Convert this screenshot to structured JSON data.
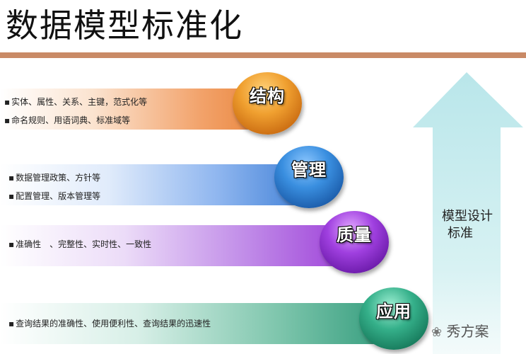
{
  "title": "数据模型标准化",
  "sections": [
    {
      "label": "结构",
      "bullets": [
        "实体、属性、关系、主键，范式化等",
        "命名规则、用语词典、标准域等"
      ]
    },
    {
      "label": "管理",
      "bullets": [
        "数据管理政策、方针等",
        "配置管理、版本管理等"
      ]
    },
    {
      "label": "质量",
      "bullets": [
        "准确性　、完整性、实时性、一致性"
      ]
    },
    {
      "label": "应用",
      "bullets": [
        "查询结果的准确性、使用便利性、查询结果的迅速性"
      ]
    }
  ],
  "arrow": {
    "label_line1": "模型设计",
    "label_line2": "标准"
  },
  "watermark": "秀方案",
  "colors": {
    "title_bar": "#c98a66",
    "structure": "#e88a3c",
    "management": "#3f7fd6",
    "quality": "#9d3fd8",
    "application": "#2f9a7a",
    "arrow": "#c9eef0"
  }
}
